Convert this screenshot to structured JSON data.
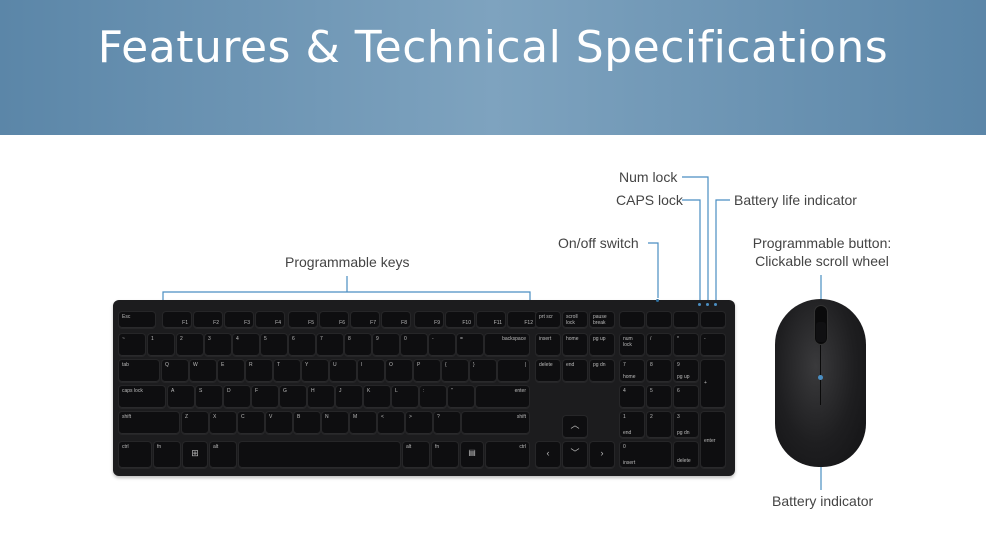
{
  "banner": {
    "title": "Features & Technical Specifications"
  },
  "callouts": {
    "num_lock": "Num lock",
    "caps_lock": "CAPS lock",
    "battery_life": "Battery life indicator",
    "on_off": "On/off switch",
    "programmable_keys": "Programmable keys",
    "programmable_button_1": "Programmable button:",
    "programmable_button_2": "Clickable scroll wheel",
    "battery_indicator": "Battery indicator"
  },
  "keyboard": {
    "fn_row": [
      "Esc",
      "F1",
      "F2",
      "F3",
      "F4",
      "F5",
      "F6",
      "F7",
      "F8",
      "F9",
      "F10",
      "F11",
      "F12"
    ],
    "nav_top": [
      "prt scr",
      "scroll lock",
      "pause break"
    ],
    "num_row": [
      "~",
      "1",
      "2",
      "3",
      "4",
      "5",
      "6",
      "7",
      "8",
      "9",
      "0",
      "-",
      "=",
      "backspace"
    ],
    "q_row": [
      "tab",
      "Q",
      "W",
      "E",
      "R",
      "T",
      "Y",
      "U",
      "I",
      "O",
      "P",
      "{",
      "}",
      "|"
    ],
    "a_row": [
      "caps lock",
      "A",
      "S",
      "D",
      "F",
      "G",
      "H",
      "J",
      "K",
      "L",
      ":",
      "\"",
      "enter"
    ],
    "z_row": [
      "shift",
      "Z",
      "X",
      "C",
      "V",
      "B",
      "N",
      "M",
      "<",
      ">",
      "?",
      "shift"
    ],
    "bottom_row": [
      "ctrl",
      "fn",
      "alt",
      "alt",
      "fn",
      "ctrl"
    ],
    "nav_block": [
      "insert",
      "home",
      "pg up",
      "delete",
      "end",
      "pg dn"
    ],
    "numpad": [
      "num lock",
      "/",
      "*",
      "-",
      "7",
      "8",
      "9",
      "+",
      "4",
      "5",
      "6",
      "1",
      "2",
      "3",
      "enter",
      "0",
      "delete"
    ],
    "numpad_sub": [
      "home",
      "pg up",
      "end",
      "pg dn",
      "insert"
    ]
  }
}
